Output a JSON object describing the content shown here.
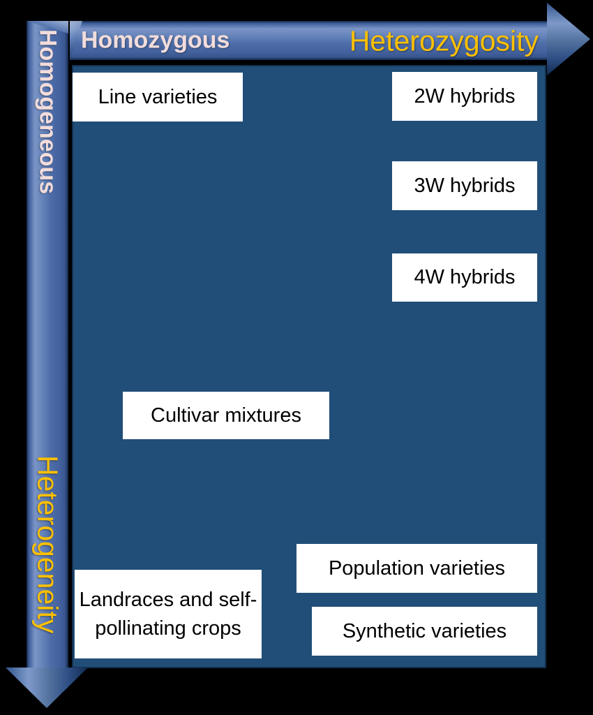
{
  "figure": {
    "top_axis": {
      "left_label": "Homozygous",
      "right_label": "Heterozygosity"
    },
    "left_axis": {
      "top_label": "Homogeneous",
      "bottom_label": "Heterogeneity"
    },
    "boxes": [
      {
        "id": "line-varieties",
        "label": "Line varieties"
      },
      {
        "id": "2w-hybrids",
        "label": "2W hybrids"
      },
      {
        "id": "3w-hybrids",
        "label": "3W hybrids"
      },
      {
        "id": "4w-hybrids",
        "label": "4W hybrids"
      },
      {
        "id": "cultivar-mixtures",
        "label": "Cultivar mixtures"
      },
      {
        "id": "population-varieties",
        "label": "Population varieties"
      },
      {
        "id": "synthetic-varieties",
        "label": "Synthetic varieties"
      },
      {
        "id": "landraces",
        "label": "Landraces and self-pollinating crops"
      }
    ],
    "colors": {
      "background": "#000000",
      "panel": "#204e78",
      "box_bg": "#ffffff",
      "box_text": "#000000",
      "label_rose": "#f2dcdb",
      "label_gold": "#ffc000",
      "arrow_mid": "#4e6da8"
    }
  }
}
